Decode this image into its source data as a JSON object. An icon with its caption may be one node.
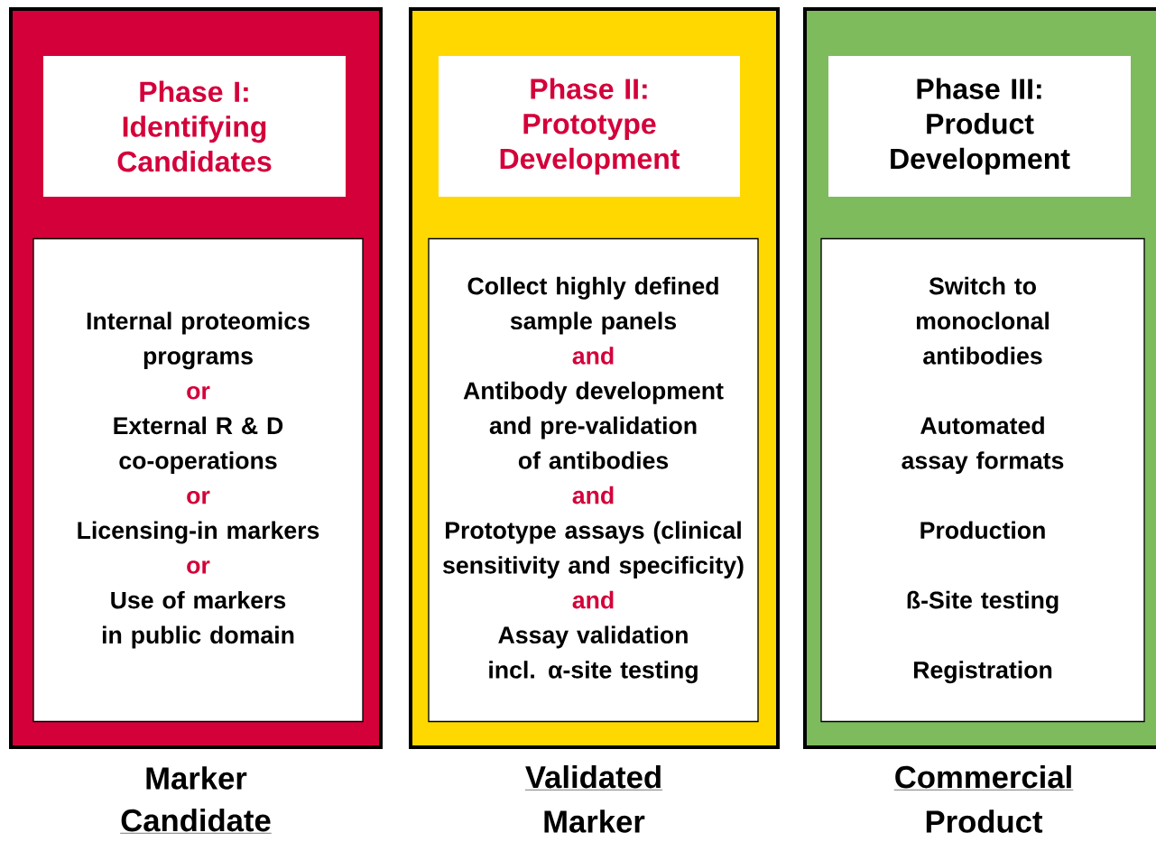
{
  "diagram": {
    "nodes": [
      {
        "text": [],
        "shape": "box"
      },
      {
        "text": [
          "Phase I: Identifying Candidates"
        ],
        "in": 0
      },
      {
        "text": [
          "Internal proteomics programs",
          "or",
          "External R & D co-operations",
          "or",
          "Licensing-in markers",
          "or",
          "Use of markers in public domain"
        ],
        "in": 0
      },
      {
        "text": [],
        "shape": "box"
      },
      {
        "text": [
          "Phase II: Prototype Development"
        ],
        "in": 3
      },
      {
        "text": [
          "Collect highly defined sample panels",
          "and",
          "Antibody development and pre-validation of antibodies",
          "and",
          "Prototype assays (clinical sensitivity and specificity)",
          "and",
          "Assay validation incl. α-site testing"
        ],
        "in": 3
      },
      {
        "text": [],
        "shape": "box"
      },
      {
        "text": [
          "Phase III: Product Development"
        ],
        "in": 6
      },
      {
        "text": [
          "Switch to monoclonal antibodies",
          "Automated assay formats",
          "Production",
          "ß-Site testing",
          "Registration"
        ],
        "in": 6
      }
    ],
    "labels": [
      "Marker",
      "Candidate",
      "Validated",
      "Marker",
      "Commercial",
      "Product"
    ]
  }
}
